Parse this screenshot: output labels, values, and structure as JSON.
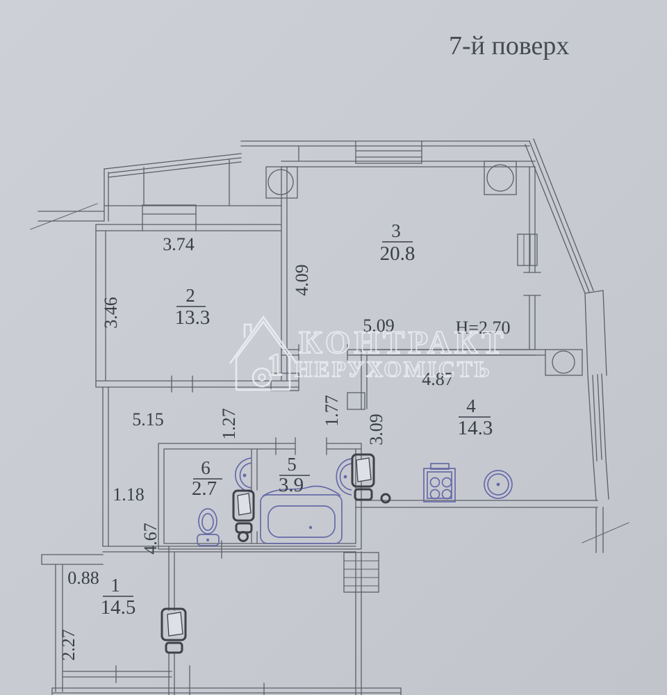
{
  "title": "7-й поверх",
  "watermark": {
    "line1": "КОНТРАКТ",
    "line2": "НЕРУХОМІСТЬ",
    "logo_digit": "1"
  },
  "height_note": "H=2.70",
  "rooms": [
    {
      "number": "1",
      "area": "14.5"
    },
    {
      "number": "2",
      "area": "13.3"
    },
    {
      "number": "3",
      "area": "20.8"
    },
    {
      "number": "4",
      "area": "14.3"
    },
    {
      "number": "5",
      "area": "3.9"
    },
    {
      "number": "6",
      "area": "2.7"
    }
  ],
  "dims": {
    "room2_width": "3.74",
    "room2_depth": "3.46",
    "room3_depth": "4.09",
    "room3_width": "5.09",
    "kitchen_width": "4.87",
    "kitchen_depth": "3.09",
    "hall_width": "5.15",
    "hall_depth": "1.27",
    "passage_depth": "1.77",
    "hall_lower_width": "1.18",
    "hall_lower_depth": "4.67",
    "room1_offset": "0.88",
    "room1_depth": "2.27"
  },
  "colors": {
    "paper": "#c9ccd3",
    "ink": "#5b5e66",
    "fixture": "#666aa6",
    "dark": "#3f4147",
    "label": "#3a3e48",
    "wm": "#eef0f3"
  }
}
